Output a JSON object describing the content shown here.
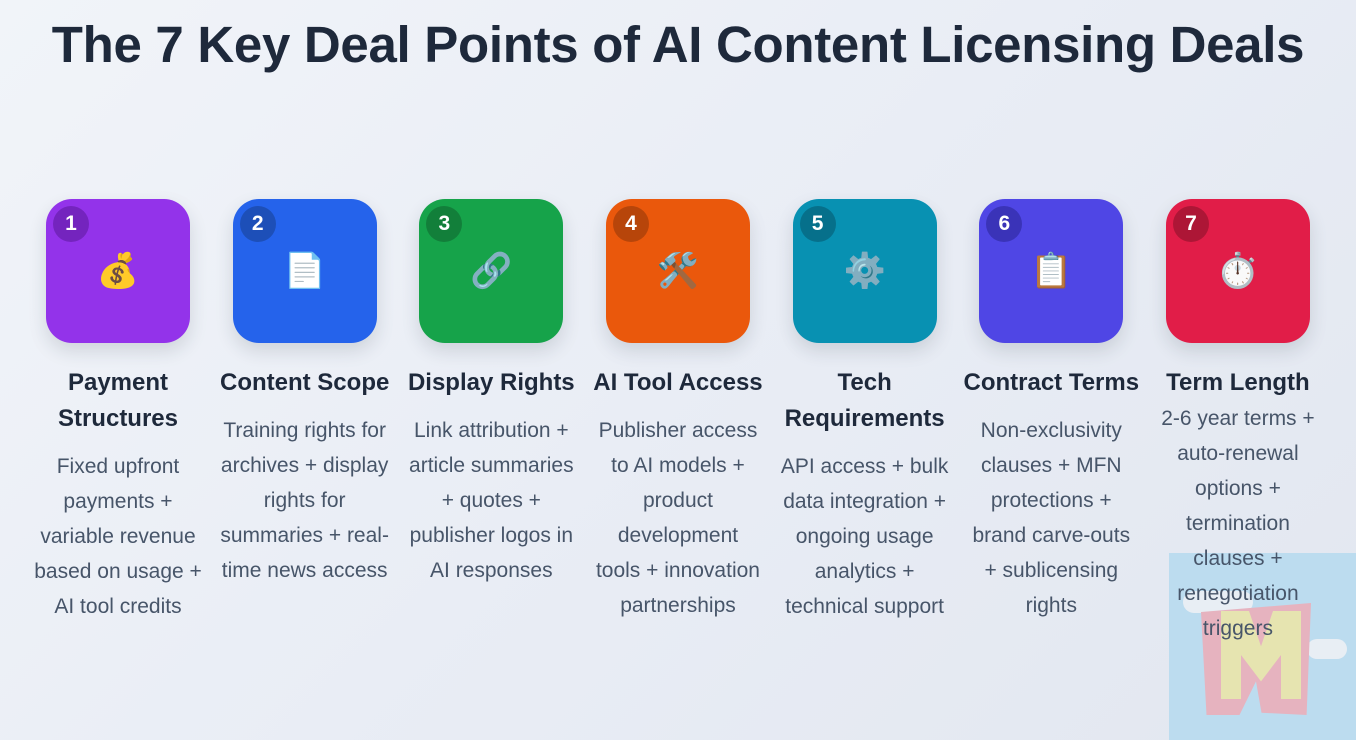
{
  "title": "The 7 Key Deal Points of AI Content Licensing Deals",
  "cards": [
    {
      "number": "1",
      "icon": "money-bag-icon",
      "emoji": "💰",
      "color": "#9333ea",
      "badge_color": "#7424be",
      "title": "Payment Structures",
      "description": "Fixed upfront payments + variable revenue based on usage + AI tool credits"
    },
    {
      "number": "2",
      "icon": "document-icon",
      "emoji": "📄",
      "color": "#2563eb",
      "badge_color": "#1d4fb8",
      "title": "Content Scope",
      "description": "Training rights for archives + display rights for summaries + real-time news access"
    },
    {
      "number": "3",
      "icon": "link-icon",
      "emoji": "🔗",
      "color": "#16a34a",
      "badge_color": "#127f3a",
      "title": "Display Rights",
      "description": "Link attribution + article summaries + quotes + publisher logos in AI responses"
    },
    {
      "number": "4",
      "icon": "hammer-wrench-icon",
      "emoji": "🛠️",
      "color": "#ea580c",
      "badge_color": "#b7450a",
      "title": "AI Tool Access",
      "description": "Publisher access to AI models + product development tools + innovation partnerships"
    },
    {
      "number": "5",
      "icon": "gear-icon",
      "emoji": "⚙️",
      "color": "#0891b2",
      "badge_color": "#06708b",
      "title": "Tech Requirements",
      "description": "API access + bulk data integration + ongoing usage analytics + technical support"
    },
    {
      "number": "6",
      "icon": "clipboard-icon",
      "emoji": "📋",
      "color": "#4f46e5",
      "badge_color": "#3a33b8",
      "title": "Contract Terms",
      "description": "Non-exclusivity clauses + MFN protections + brand carve-outs + sublicensing rights"
    },
    {
      "number": "7",
      "icon": "stopwatch-icon",
      "emoji": "⏱️",
      "color": "#e11d48",
      "badge_color": "#ad1636",
      "title": "Term Length",
      "description": "2-6 year terms + auto-renewal options + termination clauses + renegotiation triggers"
    }
  ]
}
